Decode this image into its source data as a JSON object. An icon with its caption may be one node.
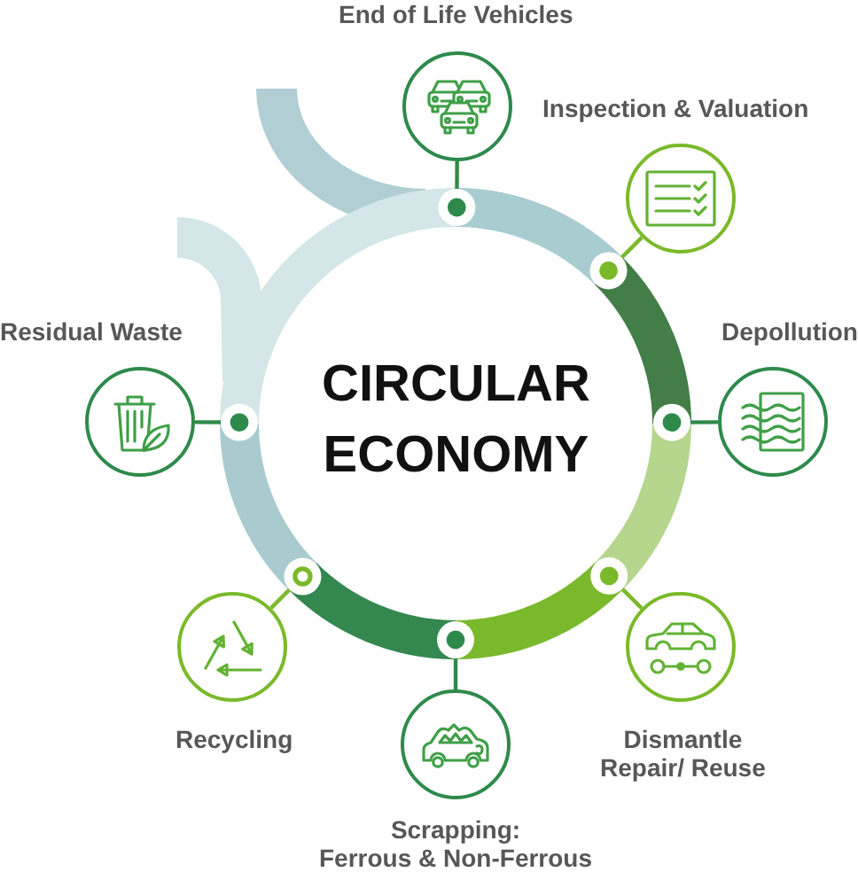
{
  "diagram": {
    "nodes": [
      {
        "text": [
          "End of Life Vehicles"
        ]
      },
      {
        "text": [
          "Inspection & Valuation"
        ]
      },
      {
        "text": [
          "Depollution"
        ]
      },
      {
        "text": [
          "Dismantle Repair/ Reuse"
        ]
      },
      {
        "text": [
          "Scrapping: Ferrous & Non-Ferrous"
        ]
      },
      {
        "text": [
          "Recycling"
        ]
      },
      {
        "text": [
          "Residual Waste"
        ]
      },
      {
        "text": [
          "CIRCULAR ECONOMY"
        ]
      }
    ],
    "edges": [
      {
        "from": 0,
        "to": 7,
        "arrow": "other"
      },
      {
        "from": 1,
        "to": 7,
        "arrow": "other",
        "color": "#7ab929"
      },
      {
        "from": 2,
        "to": 7,
        "arrow": "other"
      },
      {
        "from": 3,
        "to": 7,
        "arrow": "other",
        "color": "#7ab929"
      },
      {
        "from": 4,
        "to": 7,
        "arrow": "other"
      },
      {
        "from": 5,
        "to": 7,
        "arrow": "other",
        "color": "#7ab929"
      },
      {
        "from": 6,
        "to": 7,
        "arrow": "other"
      }
    ]
  }
}
